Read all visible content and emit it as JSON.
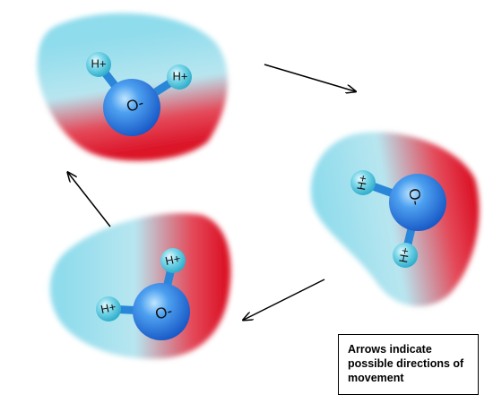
{
  "molecules": [
    {
      "hydrogen_label": "H+",
      "oxygen_label": "O-"
    },
    {
      "hydrogen_label": "H+",
      "oxygen_label": "O-"
    },
    {
      "hydrogen_label": "H+",
      "oxygen_label": "O-"
    }
  ],
  "caption": "Arrows indicate possible directions of movement",
  "colors": {
    "positive_region": "#8fdcec",
    "negative_region": "#e01a2e",
    "oxygen": "#1f6fd6",
    "hydrogen": "#3fc3dd",
    "arrow": "#000000"
  }
}
